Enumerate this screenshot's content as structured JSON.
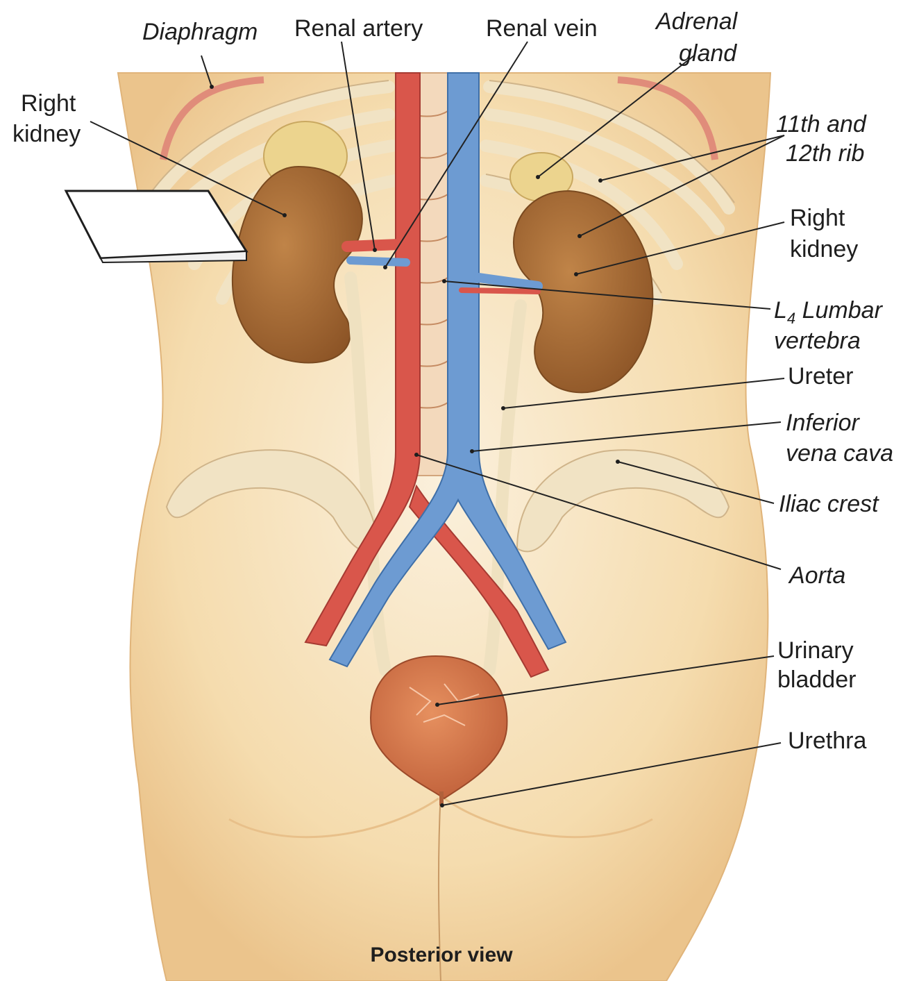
{
  "labels": {
    "diaphragm": "Diaphragm",
    "renal_artery": "Renal artery",
    "renal_vein": "Renal vein",
    "adrenal_gland": [
      "Adrenal",
      "gland"
    ],
    "right_kidney_left": [
      "Right",
      "kidney"
    ],
    "ribs": [
      "11th and",
      "12th rib"
    ],
    "right_kidney_right": [
      "Right",
      "kidney"
    ],
    "lumbar": {
      "prefix": "L",
      "sub": "4",
      "rest": " Lumbar",
      "line2": "vertebra"
    },
    "ureter": "Ureter",
    "ivc": [
      "Inferior",
      "vena cava"
    ],
    "iliac_crest": "Iliac crest",
    "aorta": "Aorta",
    "bladder": [
      "Urinary",
      "bladder"
    ],
    "urethra": "Urethra"
  },
  "caption": "Posterior view",
  "colors": {
    "skin": "#f6ddb0",
    "skin_shade": "#ecc48c",
    "bone": "#f1e3c4",
    "kidney": "#a86a34",
    "artery": "#d9564b",
    "vein": "#6d9bd2",
    "bladder": "#d5754a",
    "adrenal": "#ecd48e"
  }
}
